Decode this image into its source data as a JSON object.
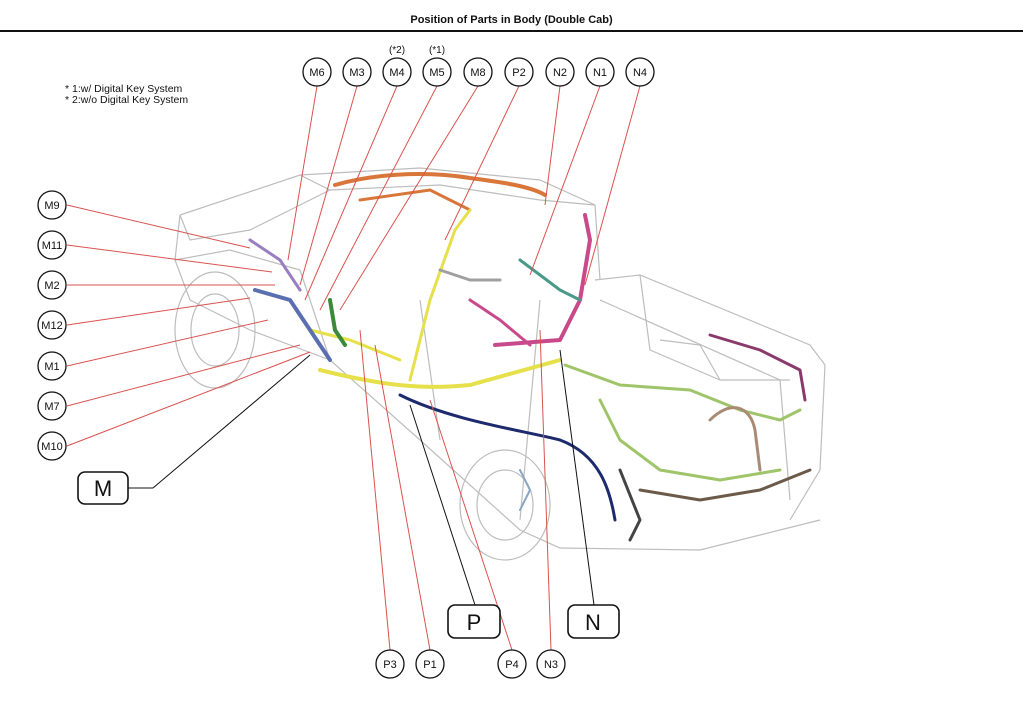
{
  "header": {
    "title": "Position of Parts in Body (Double Cab)"
  },
  "notes": [
    "* 1:w/ Digital Key System",
    "* 2:w/o Digital Key System"
  ],
  "top_labels": {
    "M6": "M6",
    "M3": "M3",
    "M4": "M4",
    "M5": "M5",
    "M8": "M8",
    "P2": "P2",
    "N2": "N2",
    "N1": "N1",
    "N4": "N4"
  },
  "top_notes": {
    "M4": "(*2)",
    "M5": "(*1)"
  },
  "left_labels": {
    "M9": "M9",
    "M11": "M11",
    "M2": "M2",
    "M12": "M12",
    "M1": "M1",
    "M7": "M7",
    "M10": "M10"
  },
  "bottom_labels": {
    "P3": "P3",
    "P1": "P1",
    "P4": "P4",
    "N3": "N3"
  },
  "group_labels": {
    "M": "M",
    "P": "P",
    "N": "N"
  },
  "colors": {
    "leader": "#d9534f",
    "outline": "#b8b8b8"
  }
}
